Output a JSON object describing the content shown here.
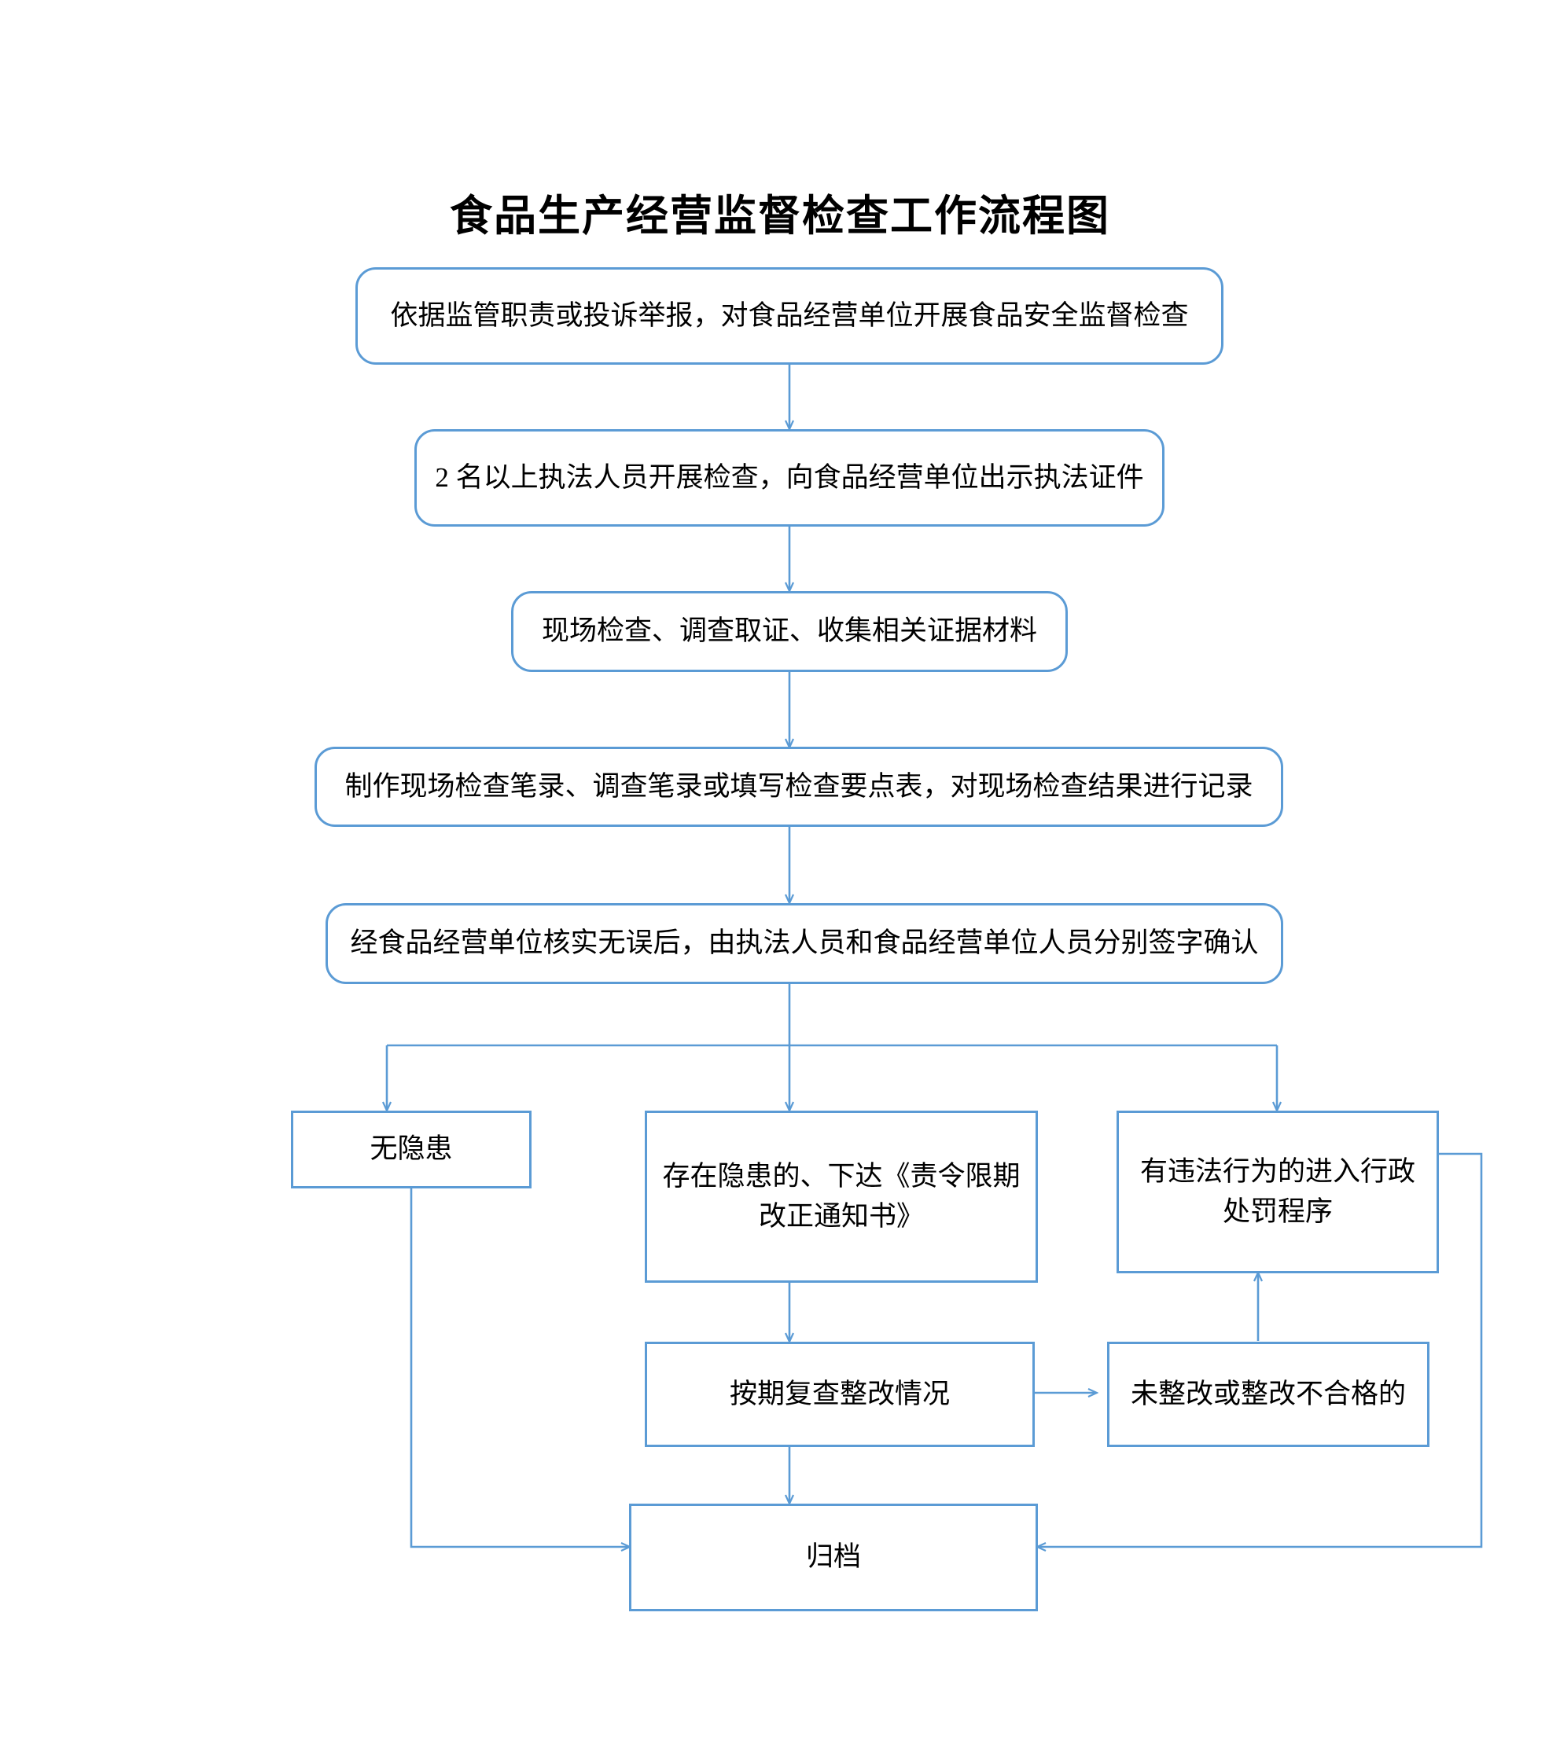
{
  "document": {
    "title": "食品生产经营监督检查工作流程图",
    "accent_color": "#5b9bd5",
    "text_color": "#000000",
    "background_color": "#ffffff"
  },
  "flowchart": {
    "type": "process-flow",
    "orientation": "top-to-bottom",
    "nodes": [
      {
        "id": "n1",
        "shape": "rounded-rectangle",
        "label": "依据监管职责或投诉举报，对食品经营单位开展食品安全监督检查"
      },
      {
        "id": "n2",
        "shape": "rounded-rectangle",
        "label": "2 名以上执法人员开展检查，向食品经营单位出示执法证件"
      },
      {
        "id": "n3",
        "shape": "rounded-rectangle",
        "label": "现场检查、调查取证、收集相关证据材料"
      },
      {
        "id": "n4",
        "shape": "rounded-rectangle",
        "label": "制作现场检查笔录、调查笔录或填写检查要点表，对现场检查结果进行记录"
      },
      {
        "id": "n5",
        "shape": "rounded-rectangle",
        "label": "经食品经营单位核实无误后，由执法人员和食品经营单位人员分别签字确认"
      },
      {
        "id": "n6",
        "shape": "rectangle",
        "label": "无隐患"
      },
      {
        "id": "n7",
        "shape": "rectangle",
        "label": "存在隐患的、下达《责令限期改正通知书》"
      },
      {
        "id": "n8",
        "shape": "rectangle",
        "label": "有违法行为的进入行政处罚程序"
      },
      {
        "id": "n9",
        "shape": "rectangle",
        "label": "按期复查整改情况"
      },
      {
        "id": "n10",
        "shape": "rectangle",
        "label": "未整改或整改不合格的"
      },
      {
        "id": "n11",
        "shape": "rectangle",
        "label": "归档"
      }
    ],
    "edges": [
      {
        "from": "n1",
        "to": "n2",
        "style": "arrow-down"
      },
      {
        "from": "n2",
        "to": "n3",
        "style": "arrow-down"
      },
      {
        "from": "n3",
        "to": "n4",
        "style": "arrow-down"
      },
      {
        "from": "n4",
        "to": "n5",
        "style": "arrow-down"
      },
      {
        "from": "n5",
        "to": "n6",
        "style": "branch-left-down"
      },
      {
        "from": "n5",
        "to": "n7",
        "style": "arrow-down"
      },
      {
        "from": "n5",
        "to": "n8",
        "style": "branch-right-down"
      },
      {
        "from": "n7",
        "to": "n9",
        "style": "arrow-down"
      },
      {
        "from": "n9",
        "to": "n10",
        "style": "arrow-right"
      },
      {
        "from": "n10",
        "to": "n8",
        "style": "arrow-up"
      },
      {
        "from": "n6",
        "to": "n11",
        "style": "down-then-right"
      },
      {
        "from": "n9",
        "to": "n11",
        "style": "arrow-down"
      },
      {
        "from": "n8",
        "to": "n11",
        "style": "right-down-then-left"
      }
    ]
  }
}
